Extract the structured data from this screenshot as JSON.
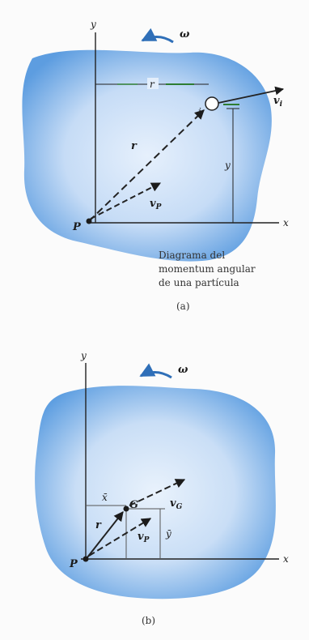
{
  "figure_a": {
    "axis_y": "y",
    "axis_x": "x",
    "omega": "ω",
    "r_dim": "r",
    "y_dim": "y",
    "position_vector": "r",
    "velocity_tip": "v",
    "velocity_tip_sub": "i",
    "particle": "i",
    "velocity_p": "v",
    "velocity_p_sub": "P",
    "origin": "P",
    "caption_line1": "Diagrama del",
    "caption_line2": "momentum angular",
    "caption_line3": "de una partícula",
    "caption_tag": "(a)"
  },
  "figure_b": {
    "axis_y": "y",
    "axis_x": "x",
    "omega": "ω",
    "x_bar": "x̄",
    "y_bar": "ȳ",
    "position_vector": "r",
    "center": "G",
    "velocity_g": "v",
    "velocity_g_sub": "G",
    "velocity_p": "v",
    "velocity_p_sub": "P",
    "origin": "P",
    "caption_tag": "(b)"
  },
  "colors": {
    "blob_edge": "#5d9de0",
    "blob_center": "#dcebfb",
    "line": "#222222",
    "accent": "#2e7d32"
  }
}
